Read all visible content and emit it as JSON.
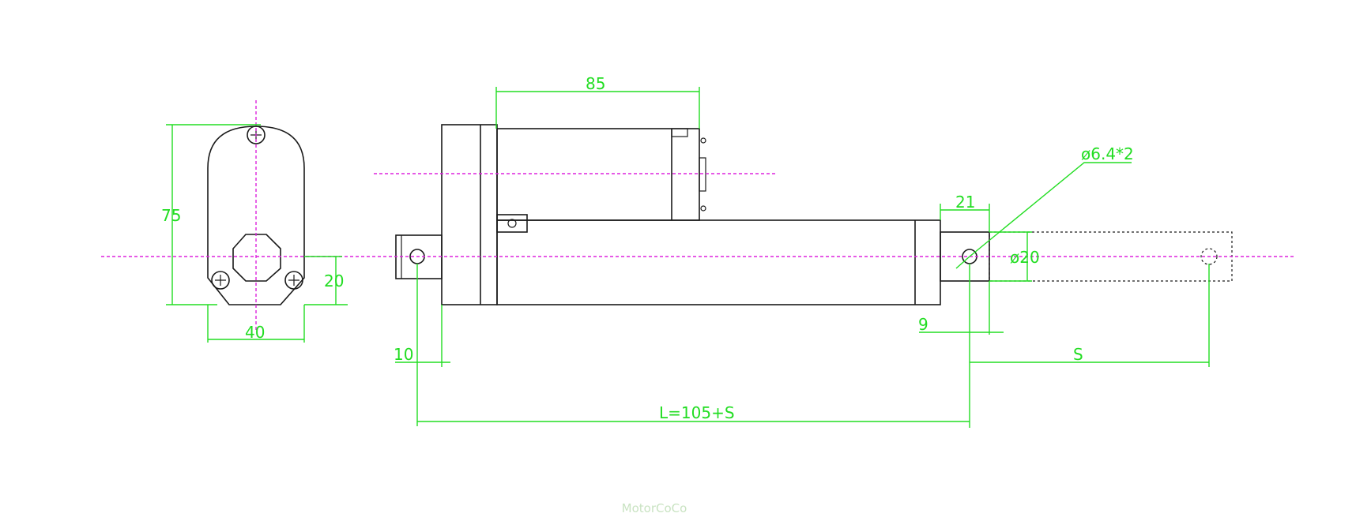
{
  "colors": {
    "dimension": "#22dd22",
    "centerline": "#dd22dd",
    "outline": "#1a1a1a",
    "watermark": "#c9e3c2"
  },
  "dimensions": {
    "height_75": "75",
    "width_40": "40",
    "base_20": "20",
    "motor_85": "85",
    "tip_21": "21",
    "hole_dia": "ø6.4*2",
    "rod_dia": "ø20",
    "offset_9": "9",
    "offset_10": "10",
    "stroke_s": "S",
    "length_l": "L=105+S"
  },
  "watermark": "MotorCoCo"
}
